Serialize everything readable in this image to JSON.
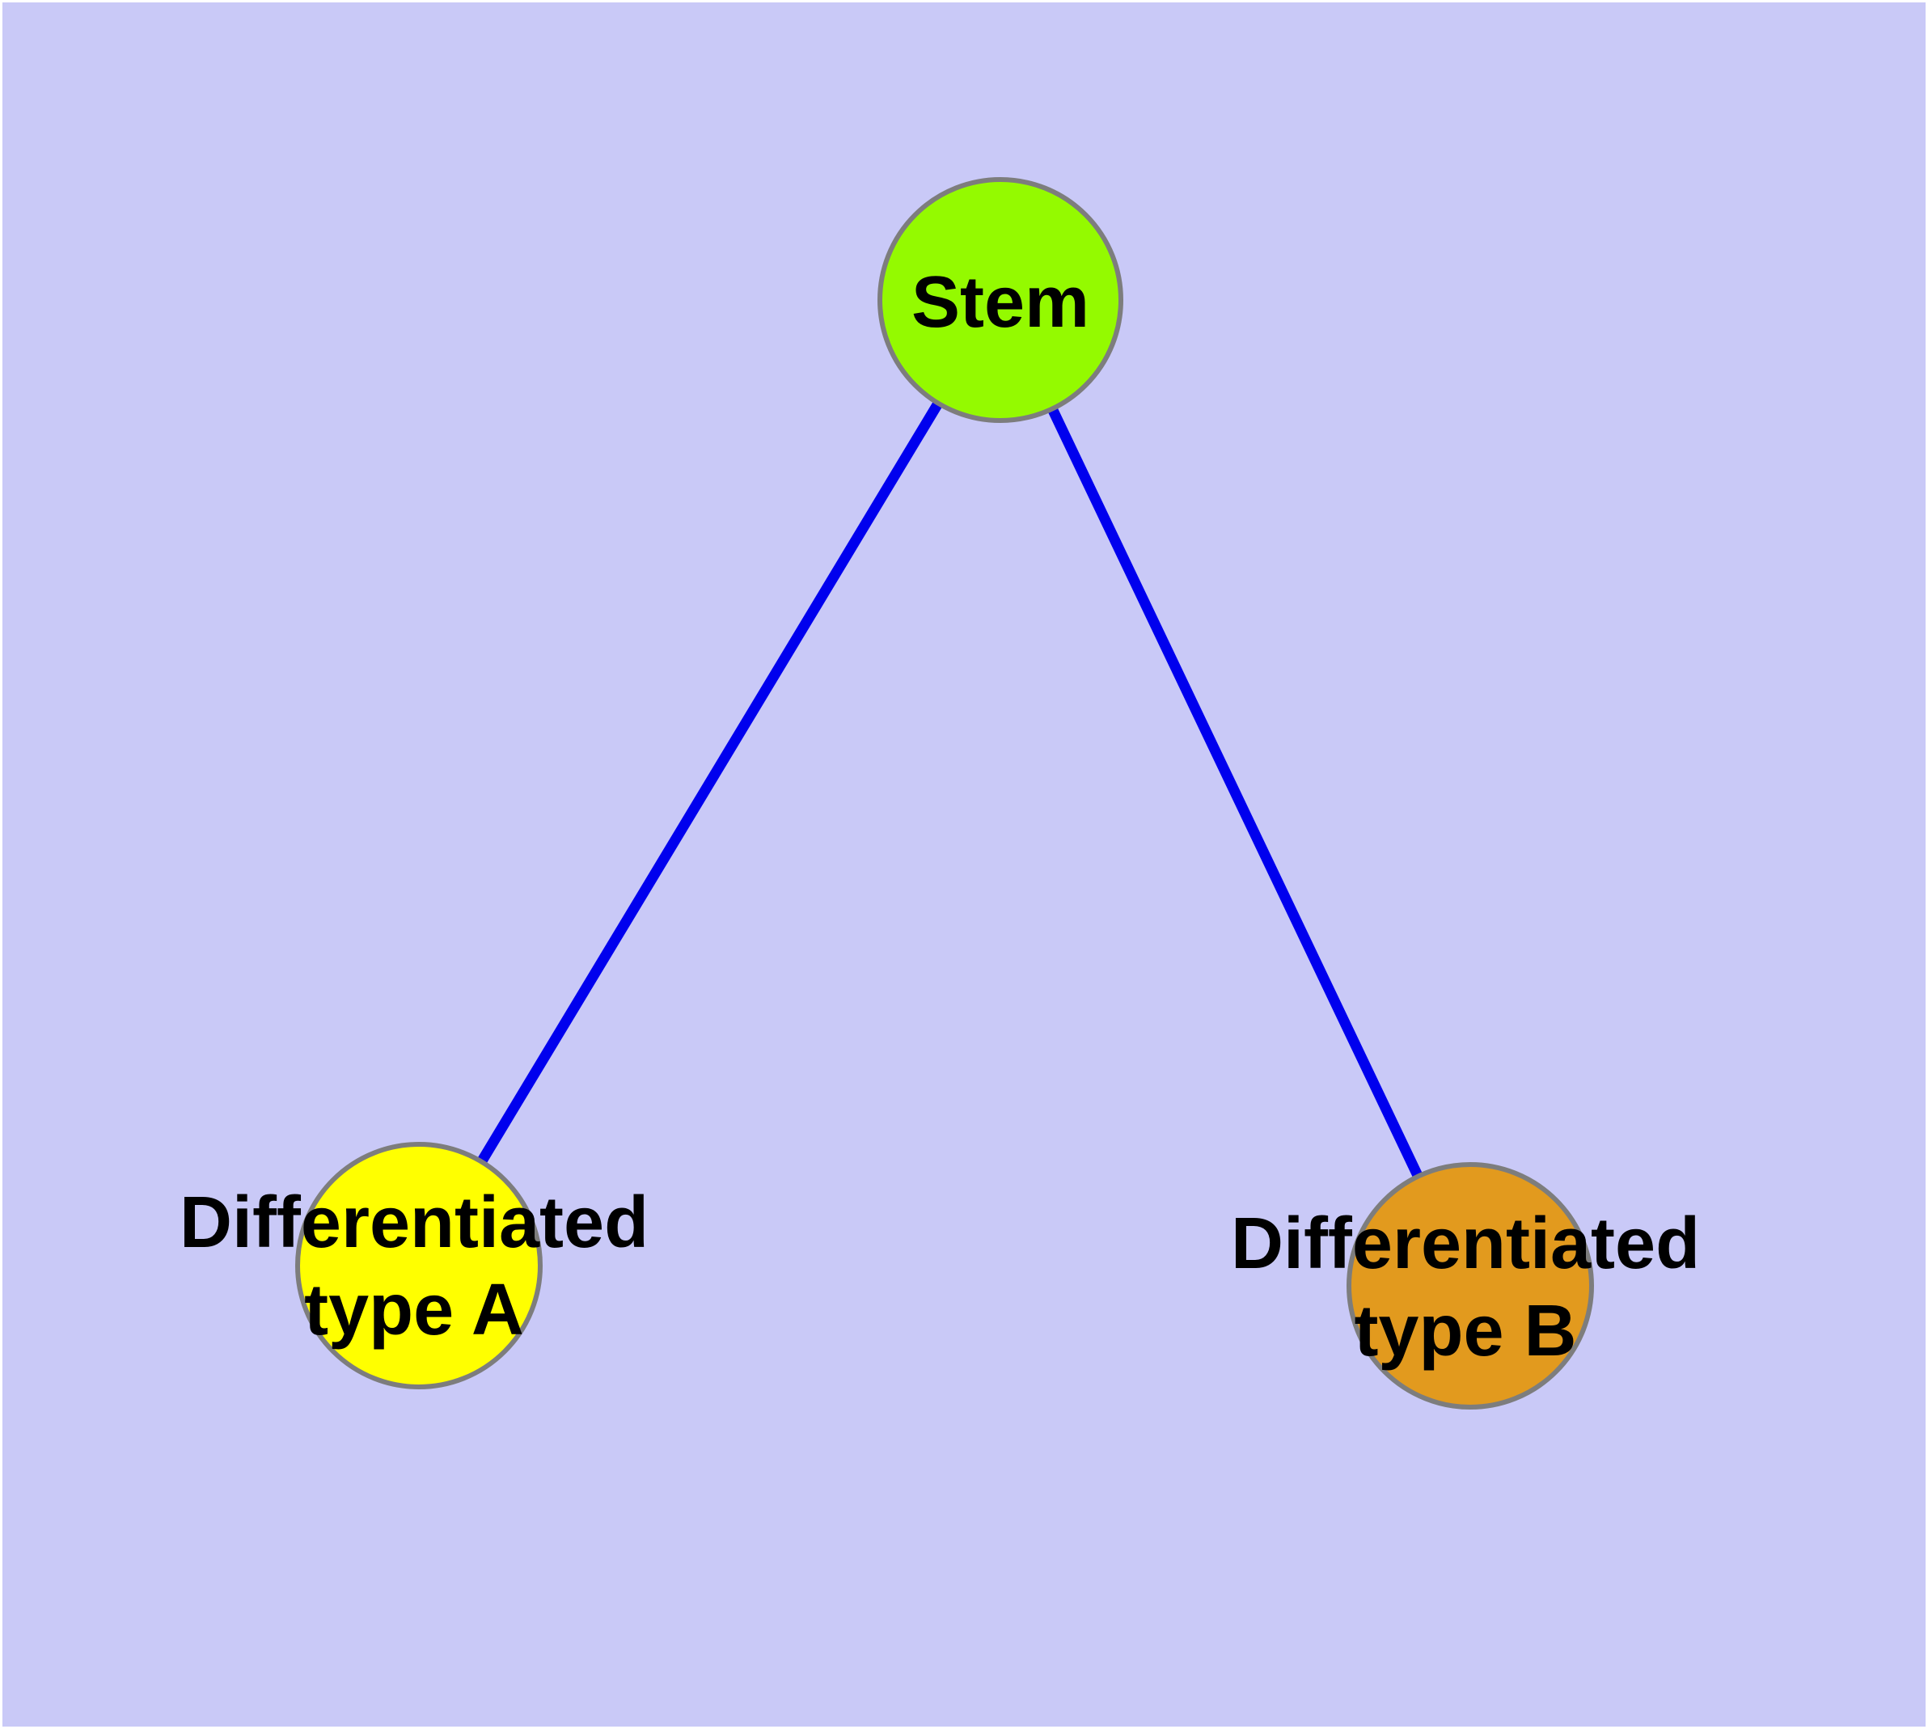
{
  "diagram": {
    "type": "node-link-graph",
    "background_color": "#c9c9f7",
    "frame_color": "#ffffff",
    "edge_color": "#0000ee",
    "node_border_color": "#7d7d7d",
    "label_color": "#000000",
    "nodes": [
      {
        "id": "stem",
        "label": "Stem",
        "fill_color": "#94fa00"
      },
      {
        "id": "differentiated-type-a",
        "label_line1": "Differentiated",
        "label_line2": "type A",
        "fill_color": "#ffff00"
      },
      {
        "id": "differentiated-type-b",
        "label_line1": "Differentiated",
        "label_line2": "type B",
        "fill_color": "#e29a1e"
      }
    ],
    "edges": [
      {
        "from": "Stem",
        "to": "Differentiated type A"
      },
      {
        "from": "Stem",
        "to": "Differentiated type B"
      }
    ]
  }
}
